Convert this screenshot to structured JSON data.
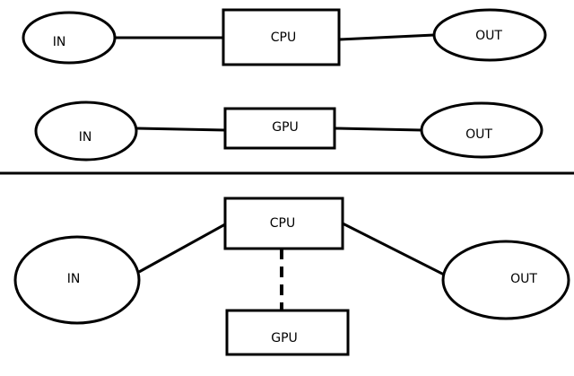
{
  "diagrams": {
    "top": {
      "input": "IN",
      "processor": "CPU",
      "output": "OUT"
    },
    "middle": {
      "input": "IN",
      "processor": "GPU",
      "output": "OUT"
    },
    "bottom": {
      "input": "IN",
      "primary_processor": "CPU",
      "secondary_processor": "GPU",
      "output": "OUT"
    }
  }
}
